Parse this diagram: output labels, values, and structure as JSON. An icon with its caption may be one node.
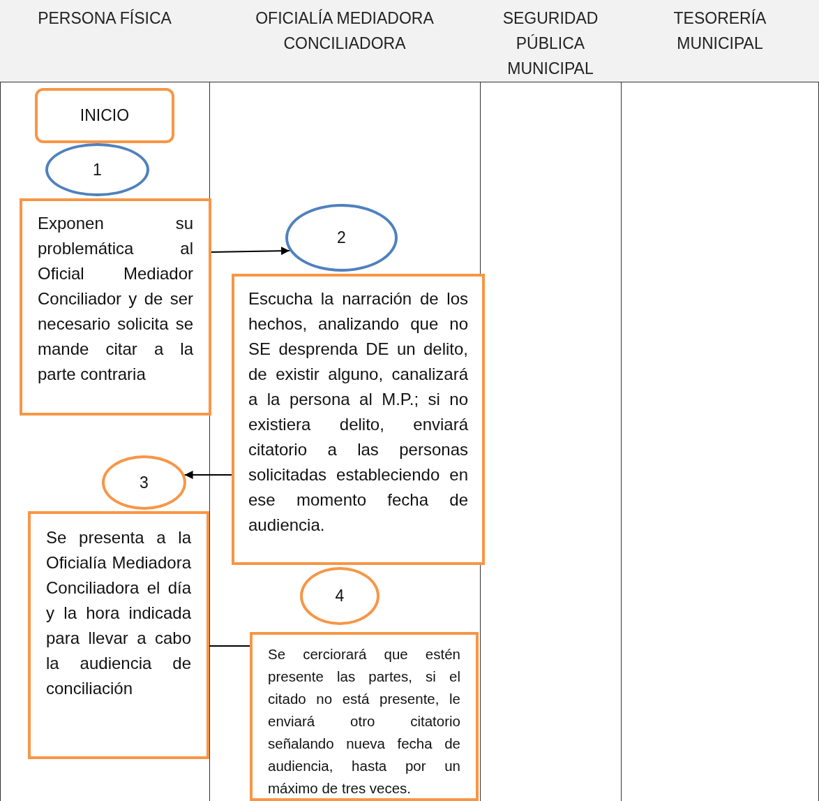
{
  "diagram": {
    "nodes": [
      {
        "text": [
          "INICIO"
        ]
      },
      {
        "text": [
          "1"
        ]
      },
      {
        "text": [
          "Exponen su problemática al Oficial Mediador Conciliador y de ser necesario solicita se mande citar a la parte contraria"
        ]
      },
      {
        "text": [
          "2"
        ]
      },
      {
        "text": [
          "Escucha la narración de los hechos, analizando que no SE desprenda DE un delito, de existir alguno, canalizará a la persona al M.P.; si no existiera delito, enviará citatorio a las personas solicitadas estableciendo en ese momento fecha de audiencia."
        ]
      },
      {
        "text": [
          "3"
        ]
      },
      {
        "text": [
          "Se presenta a la Oficialía Mediadora Conciliadora el día y la hora indicada para llevar a cabo la audiencia de conciliación"
        ]
      },
      {
        "text": [
          "4"
        ]
      },
      {
        "text": [
          "Se cerciorará que estén presente las partes, si el citado no está presente, le enviará otro citatorio señalando nueva fecha de audiencia, hasta por un máximo de tres veces."
        ]
      }
    ],
    "edges": [
      {
        "from": 2,
        "to": 3,
        "arrow": "to"
      },
      {
        "from": 4,
        "to": 5,
        "arrow": "to"
      },
      {
        "from": 6,
        "to": 8,
        "arrow": "none"
      }
    ],
    "labels": [
      "PERSONA FÍSICA",
      "OFICIALÍA MEDIADORA CONCILIADORA",
      "SEGURIDAD PÚBLICA MUNICIPAL",
      "TESORERÍA MUNICIPAL"
    ]
  }
}
